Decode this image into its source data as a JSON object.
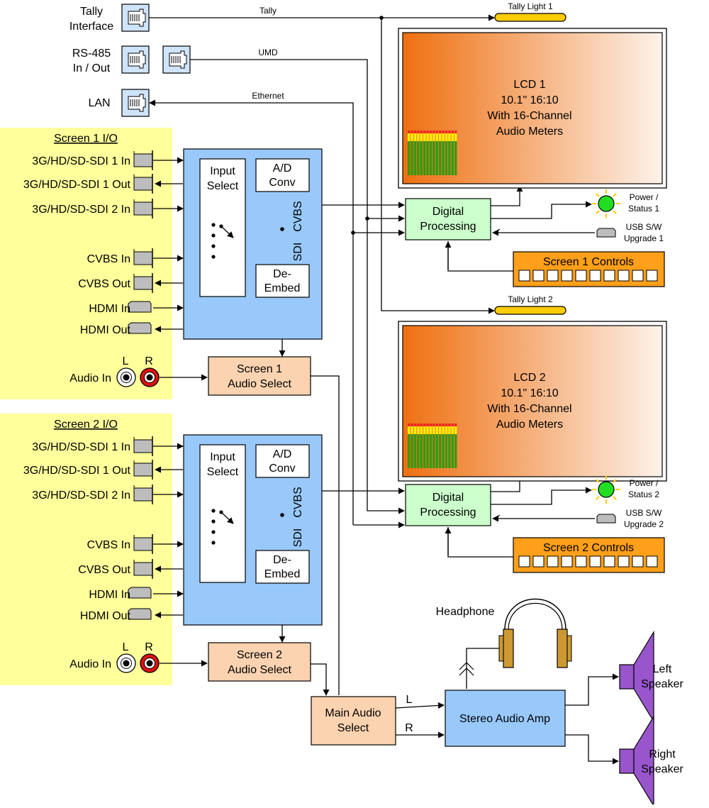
{
  "colors": {
    "io_panel": "#ffff9c",
    "blue_block": "#99c9fb",
    "green_block": "#ccffcc",
    "peach_block": "#fbd3b1",
    "controls": "#ff9f1a",
    "tally_light": "#ffcc00",
    "status_led": "#22dd22",
    "lcd_orange": "#ee7011",
    "speaker": "#9955cc",
    "headphone": "#cc9933"
  },
  "top": {
    "tally_interface": [
      "Tally",
      "Interface"
    ],
    "rs485": [
      "RS-485",
      "In / Out"
    ],
    "lan": "LAN",
    "tally_line": "Tally",
    "umd_line": "UMD",
    "ethernet_line": "Ethernet",
    "tally_light_1": "Tally Light 1",
    "tally_light_2": "Tally Light 2"
  },
  "screen1": {
    "title": "Screen 1 I/O",
    "ports": {
      "sdi1_in": "3G/HD/SD-SDI 1 In",
      "sdi1_out": "3G/HD/SD-SDI 1 Out",
      "sdi2_in": "3G/HD/SD-SDI 2 In",
      "cvbs_in": "CVBS In",
      "cvbs_out": "CVBS Out",
      "hdmi_in": "HDMI In",
      "hdmi_out": "HDMI Out",
      "audio_in": "Audio In",
      "left": "L",
      "right": "R"
    },
    "input_select": [
      "Input",
      "Select"
    ],
    "ad_conv": [
      "A/D",
      "Conv"
    ],
    "de_embed": [
      "De-",
      "Embed"
    ],
    "cvbs": "CVBS",
    "sdi": "SDI",
    "audio_select": [
      "Screen 1",
      "Audio Select"
    ],
    "digital_processing": [
      "Digital",
      "Processing"
    ],
    "lcd": [
      "LCD 1",
      "10.1\" 16:10",
      "With 16-Channel",
      "Audio Meters"
    ],
    "power_status": [
      "Power /",
      "Status 1"
    ],
    "usb": [
      "USB S/W",
      "Upgrade 1"
    ],
    "controls": "Screen 1 Controls"
  },
  "screen2": {
    "title": "Screen 2 I/O",
    "ports": {
      "sdi1_in": "3G/HD/SD-SDI 1 In",
      "sdi1_out": "3G/HD/SD-SDI 1 Out",
      "sdi2_in": "3G/HD/SD-SDI 2 In",
      "cvbs_in": "CVBS In",
      "cvbs_out": "CVBS Out",
      "hdmi_in": "HDMI In",
      "hdmi_out": "HDMI Out",
      "audio_in": "Audio In",
      "left": "L",
      "right": "R"
    },
    "input_select": [
      "Input",
      "Select"
    ],
    "ad_conv": [
      "A/D",
      "Conv"
    ],
    "de_embed": [
      "De-",
      "Embed"
    ],
    "cvbs": "CVBS",
    "sdi": "SDI",
    "audio_select": [
      "Screen 2",
      "Audio Select"
    ],
    "digital_processing": [
      "Digital",
      "Processing"
    ],
    "lcd": [
      "LCD 2",
      "10.1\" 16:10",
      "With 16-Channel",
      "Audio Meters"
    ],
    "power_status": [
      "Power /",
      "Status 2"
    ],
    "usb": [
      "USB S/W",
      "Upgrade 2"
    ],
    "controls": "Screen 2 Controls"
  },
  "audio": {
    "headphone": "Headphone",
    "main_audio_select": [
      "Main Audio",
      "Select"
    ],
    "stereo_amp": "Stereo Audio Amp",
    "left_ch": "L",
    "right_ch": "R",
    "left_speaker": [
      "Left",
      "Speaker"
    ],
    "right_speaker": [
      "Right",
      "Speaker"
    ]
  }
}
